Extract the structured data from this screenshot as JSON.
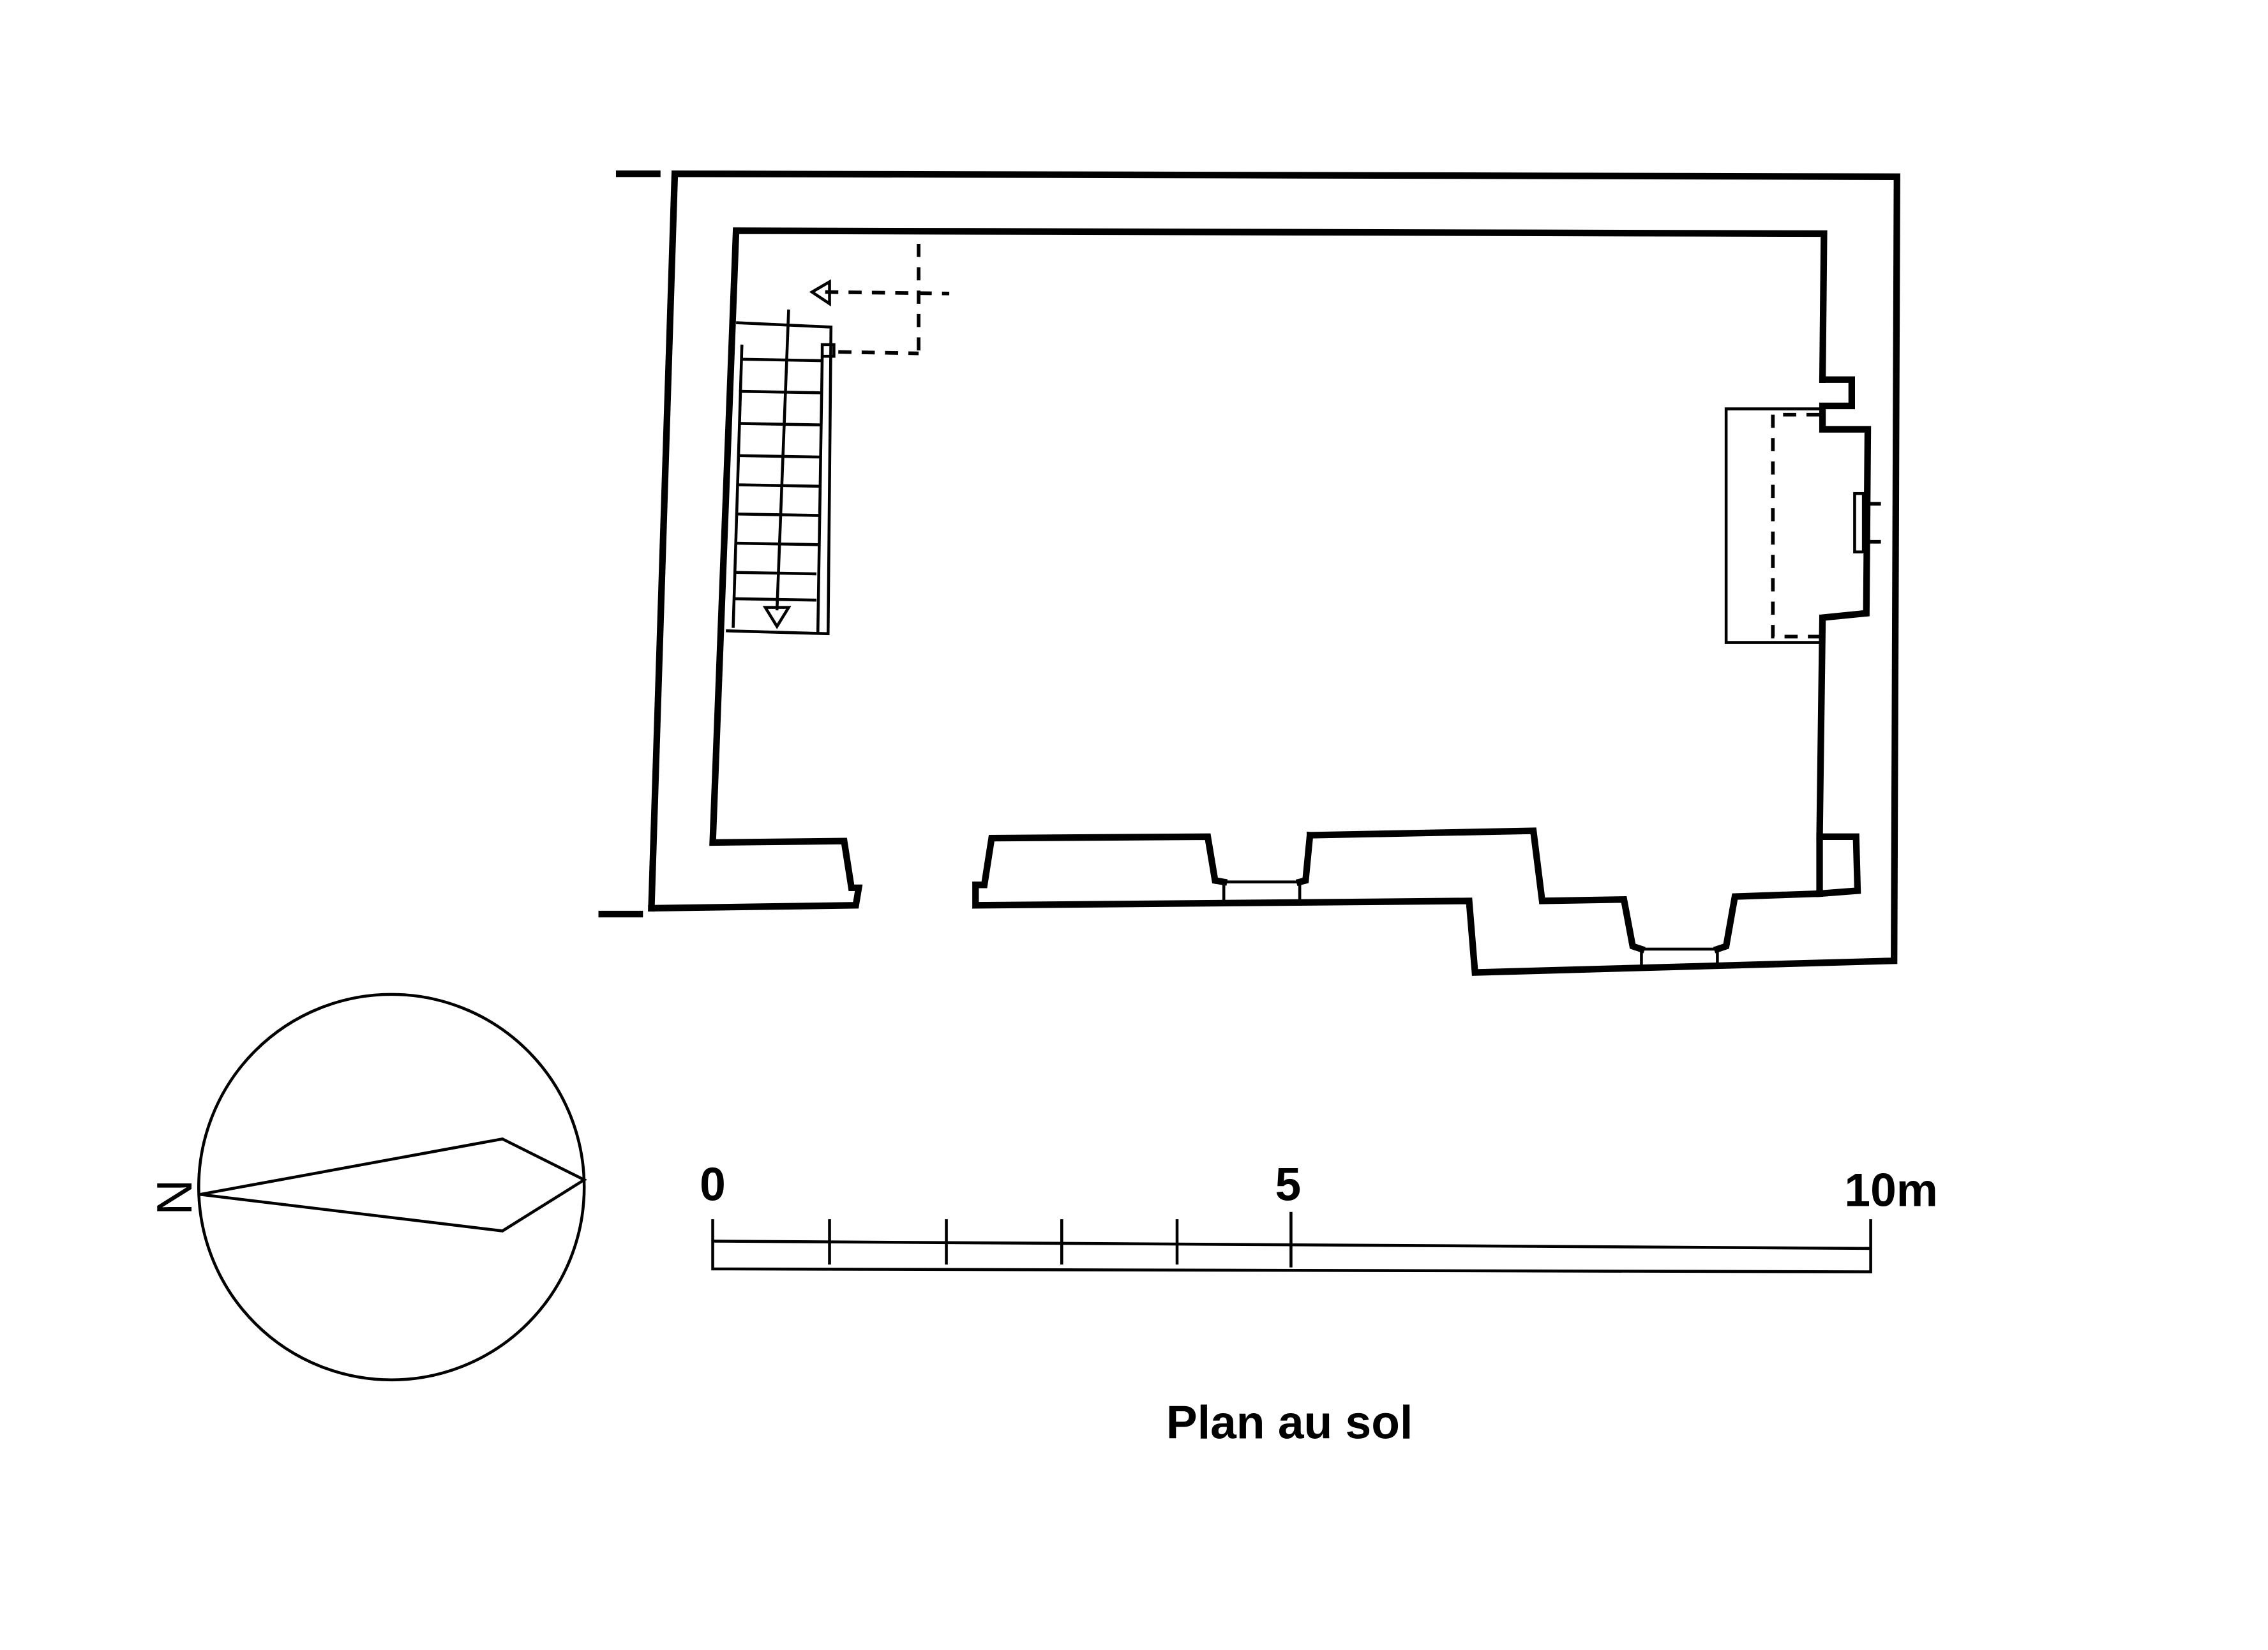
{
  "title": "Plan au sol",
  "scale_bar": {
    "labels": [
      "0",
      "5",
      "10m"
    ],
    "unit": "m",
    "length": 10,
    "subdivisions": 5
  },
  "compass": {
    "letter": "N"
  },
  "colors": {
    "ink": "#000000",
    "paper": "#ffffff"
  }
}
